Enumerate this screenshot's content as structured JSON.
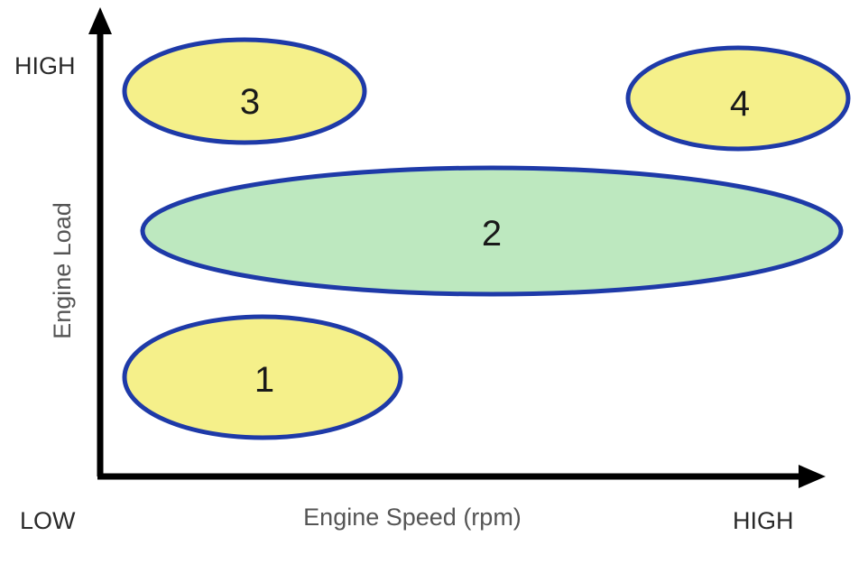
{
  "x_axis": {
    "title": "Engine Speed (rpm)",
    "low_label": "LOW",
    "high_label": "HIGH"
  },
  "y_axis": {
    "title": "Engine Load",
    "high_label": "HIGH"
  },
  "regions": [
    {
      "label": "1",
      "fill": "#f5f08a",
      "stroke": "#1e3aa8"
    },
    {
      "label": "2",
      "fill": "#bde8bf",
      "stroke": "#1e3aa8"
    },
    {
      "label": "3",
      "fill": "#f5f08a",
      "stroke": "#1e3aa8"
    },
    {
      "label": "4",
      "fill": "#f5f08a",
      "stroke": "#1e3aa8"
    }
  ],
  "colors": {
    "axis": "#000000"
  }
}
